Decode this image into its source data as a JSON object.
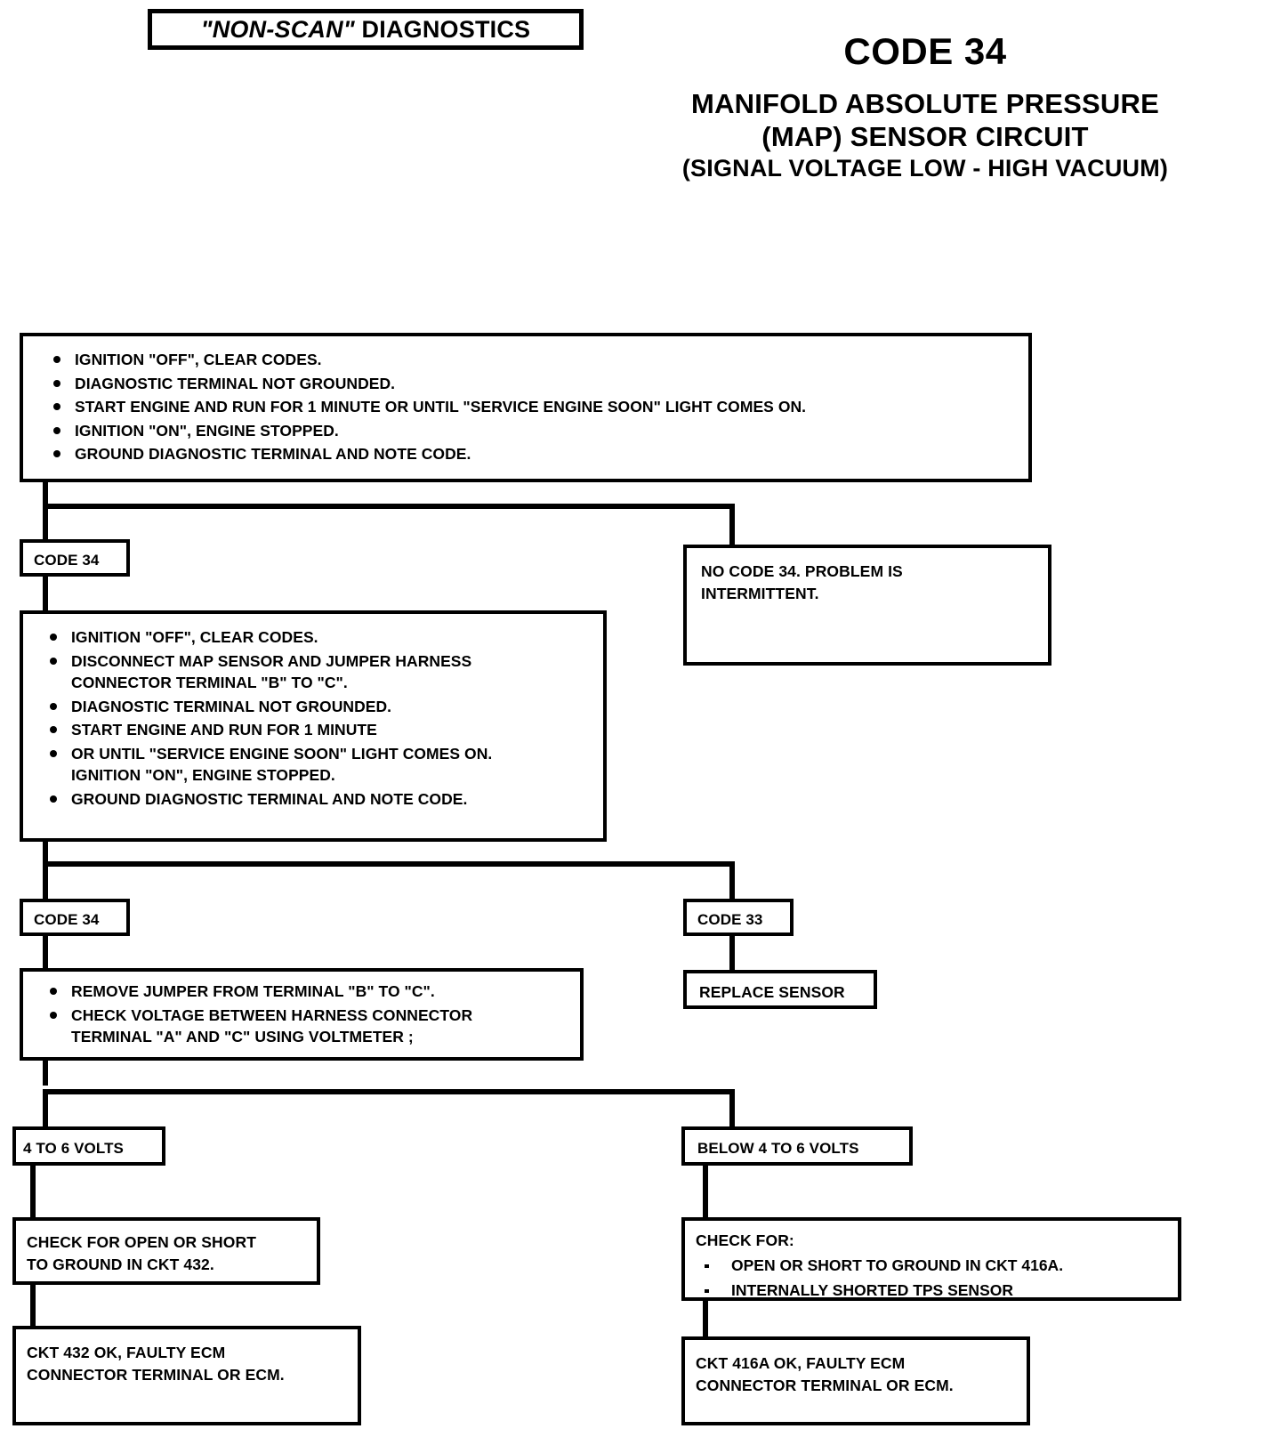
{
  "header": {
    "nonscan_badge_quoted": "\"NON-SCAN\"",
    "nonscan_badge_rest": " DIAGNOSTICS",
    "code_title": "CODE 34",
    "subtitle_line1": "MANIFOLD ABSOLUTE PRESSURE",
    "subtitle_line2": "(MAP) SENSOR CIRCUIT",
    "subtitle_line3": "(SIGNAL VOLTAGE LOW - HIGH VACUUM)"
  },
  "step1": {
    "bullets": [
      "IGNITION \"OFF\", CLEAR CODES.",
      "DIAGNOSTIC TERMINAL NOT GROUNDED.",
      "START ENGINE AND RUN FOR 1 MINUTE OR UNTIL \"SERVICE  ENGINE SOON\" LIGHT COMES ON.",
      "IGNITION \"ON\", ENGINE STOPPED.",
      "GROUND DIAGNOSTIC TERMINAL AND NOTE CODE."
    ]
  },
  "branch1": {
    "left_label": "CODE 34",
    "right_text": "NO CODE 34. PROBLEM IS\nINTERMITTENT."
  },
  "step2": {
    "bullets": [
      "IGNITION \"OFF\", CLEAR CODES.",
      "DISCONNECT MAP SENSOR AND JUMPER HARNESS\nCONNECTOR TERMINAL \"B\" TO \"C\".",
      "DIAGNOSTIC TERMINAL NOT GROUNDED.",
      "START ENGINE AND RUN FOR 1 MINUTE",
      "OR UNTIL \"SERVICE ENGINE SOON\" LIGHT COMES ON.\nIGNITION \"ON\", ENGINE STOPPED.",
      "GROUND DIAGNOSTIC TERMINAL AND NOTE CODE."
    ]
  },
  "branch2": {
    "left_label": "CODE 34",
    "right_label": "CODE 33",
    "right_action": "REPLACE SENSOR"
  },
  "step3": {
    "bullets": [
      "REMOVE JUMPER FROM TERMINAL \"B\" TO \"C\".",
      "CHECK VOLTAGE BETWEEN HARNESS CONNECTOR\nTERMINAL \"A\" AND \"C\" USING VOLTMETER ;"
    ]
  },
  "branch3": {
    "left_label": "4 TO 6 VOLTS",
    "right_label": "BELOW 4 TO 6 VOLTS"
  },
  "result_left": {
    "check_text": "CHECK FOR OPEN OR SHORT\nTO GROUND IN CKT 432.",
    "final_text": "CKT 432 OK, FAULTY ECM\nCONNECTOR TERMINAL OR ECM."
  },
  "result_right": {
    "check_heading": "CHECK FOR:",
    "check_items": [
      "OPEN OR SHORT TO GROUND IN CKT 416A.",
      "INTERNALLY SHORTED TPS SENSOR"
    ],
    "final_text": "CKT 416A OK, FAULTY ECM\nCONNECTOR TERMINAL OR ECM."
  },
  "colors": {
    "ink": "#000000",
    "paper": "#ffffff"
  }
}
